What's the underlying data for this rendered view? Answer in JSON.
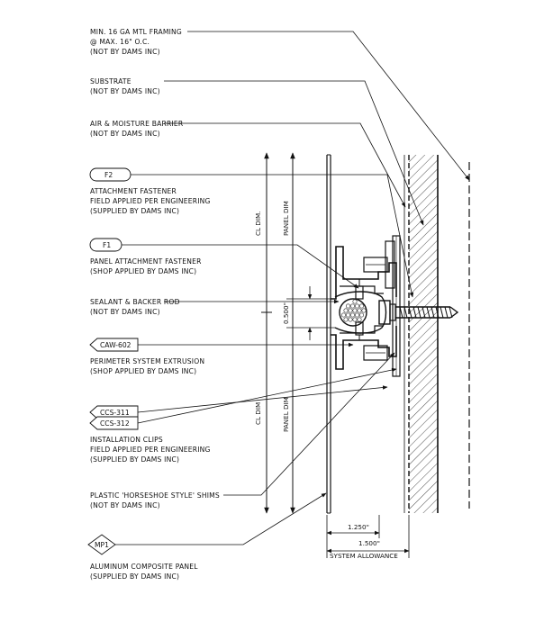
{
  "callouts": {
    "framing": [
      "MIN. 16 GA MTL FRAMING",
      "@ MAX. 16\" O.C.",
      "(NOT BY DAMS INC)"
    ],
    "substrate": [
      "SUBSTRATE",
      "(NOT BY DAMS INC)"
    ],
    "barrier": [
      "AIR & MOISTURE BARRIER",
      "(NOT BY DAMS INC)"
    ],
    "attachment_fastener": [
      "ATTACHMENT FASTENER",
      "FIELD APPLIED PER ENGINEERING",
      "(SUPPLIED BY DAMS INC)"
    ],
    "panel_fastener": [
      "PANEL ATTACHMENT FASTENER",
      "(SHOP APPLIED BY DAMS INC)"
    ],
    "sealant": [
      "SEALANT & BACKER ROD",
      "(NOT BY DAMS INC)"
    ],
    "extrusion": [
      "PERIMETER SYSTEM EXTRUSION",
      "(SHOP APPLIED BY DAMS INC)"
    ],
    "clips": [
      "INSTALLATION CLIPS",
      "FIELD APPLIED PER ENGINEERING",
      "(SUPPLIED BY DAMS INC)"
    ],
    "shims": [
      "PLASTIC 'HORSESHOE STYLE' SHIMS",
      "(NOT BY DAMS INC)"
    ],
    "acm": [
      "ALUMINUM COMPOSITE PANEL",
      "(SUPPLIED BY DAMS INC)"
    ]
  },
  "tags": {
    "f2": "F2",
    "f1": "F1",
    "caw": "CAW-602",
    "ccs311": "CCS-311",
    "ccs312": "CCS-312",
    "mp1": "MP1"
  },
  "dimensions": {
    "cl_dim_top": "CL DIM.",
    "panel_dim_top": "PANEL DIM",
    "joint": "0.500\"",
    "cl_dim_bottom": "CL DIM",
    "panel_dim_bottom": "PANEL DIM",
    "d1250": "1.250\"",
    "d1500": "1.500\"",
    "allowance": "SYSTEM ALLOWANCE"
  }
}
